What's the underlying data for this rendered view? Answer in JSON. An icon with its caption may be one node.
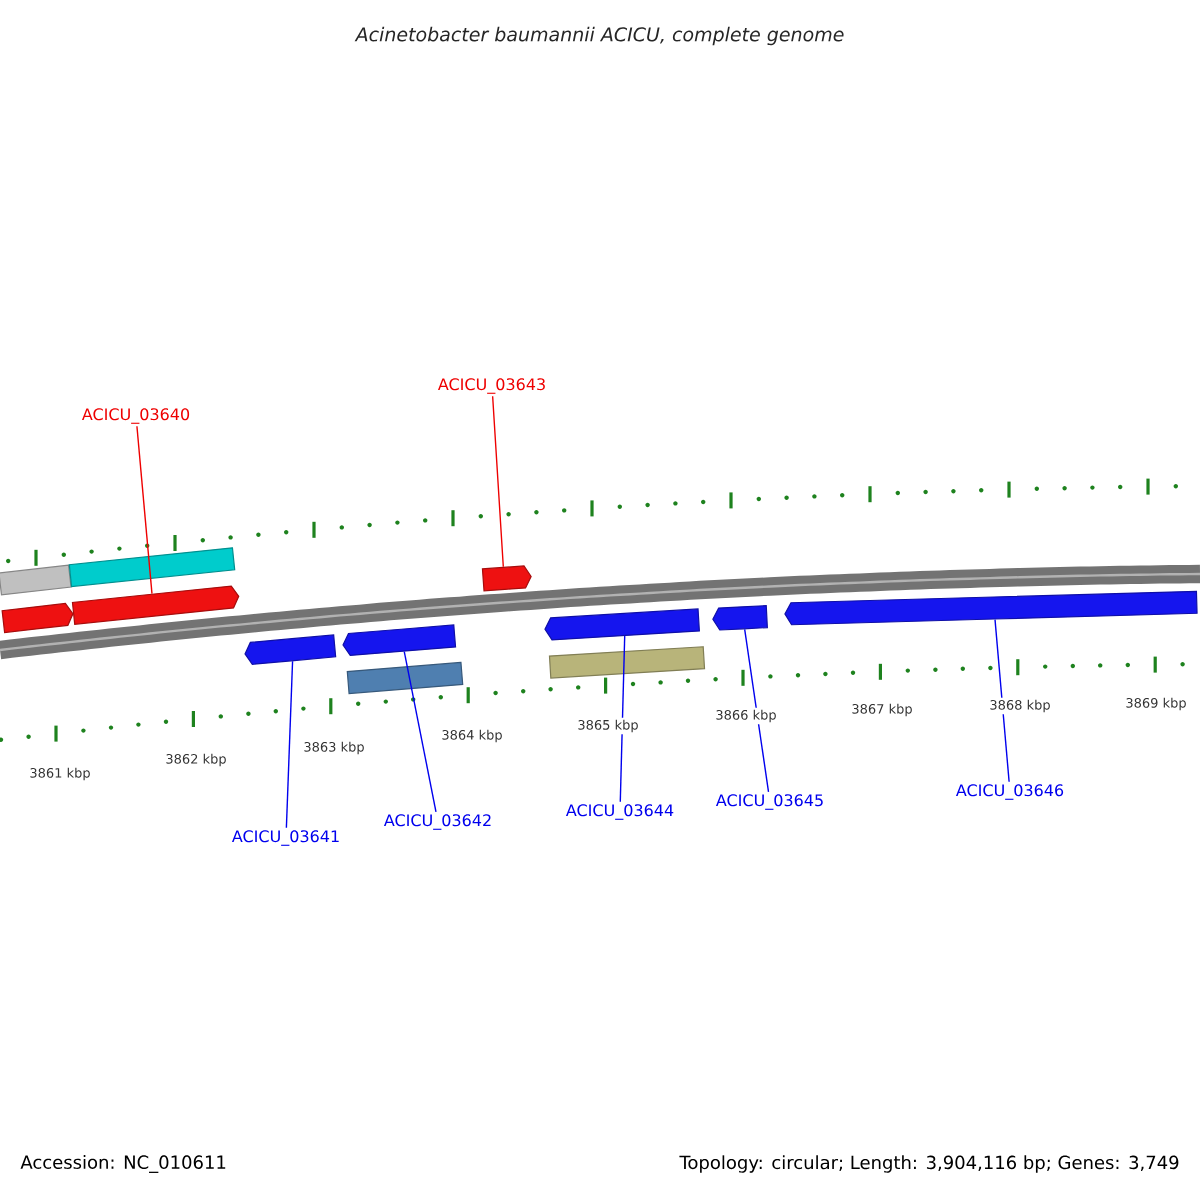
{
  "diagram": {
    "title": "Acinetobacter baumannii ACICU, complete genome",
    "nodes": [
      {
        "text": [
          "ACICU_03640"
        ]
      },
      {
        "text": [
          "ACICU_03643"
        ]
      },
      {
        "text": [
          "ACICU_03641"
        ]
      },
      {
        "text": [
          "ACICU_03642"
        ]
      },
      {
        "text": [
          "ACICU_03644"
        ]
      },
      {
        "text": [
          "ACICU_03645"
        ]
      },
      {
        "text": [
          "ACICU_03646"
        ]
      },
      {
        "text": [],
        "shape": "bar"
      },
      {
        "text": [],
        "shape": "bar"
      },
      {
        "text": [],
        "shape": "bar"
      },
      {
        "text": [],
        "shape": "bar"
      },
      {
        "text": [],
        "shape": "bar"
      },
      {
        "text": [],
        "shape": "bar"
      },
      {
        "text": [],
        "shape": "bar"
      },
      {
        "text": [],
        "shape": "bar"
      },
      {
        "text": [],
        "shape": "bar"
      },
      {
        "text": [],
        "shape": "bar"
      },
      {
        "text": [],
        "shape": "bar"
      },
      {
        "text": [],
        "shape": "bar"
      }
    ],
    "edges": [
      {
        "from": 0,
        "to": 10,
        "arrow": "none",
        "color": "#ee0000"
      },
      {
        "from": 1,
        "to": 14,
        "arrow": "none",
        "color": "#ee0000"
      },
      {
        "from": 2,
        "to": 11,
        "arrow": "none"
      },
      {
        "from": 3,
        "to": 12,
        "arrow": "none"
      },
      {
        "from": 4,
        "to": 15,
        "arrow": "none"
      },
      {
        "from": 5,
        "to": 17,
        "arrow": "none"
      },
      {
        "from": 6,
        "to": 18,
        "arrow": "none"
      }
    ],
    "labels": [
      "3861 kbp",
      "3862 kbp",
      "3863 kbp",
      "3864 kbp",
      "3865 kbp",
      "3866 kbp",
      "3867 kbp",
      "3868 kbp",
      "3869 kbp",
      "Accession: NC_010611",
      "Topology: circular; Length: 3,904,116 bp; Genes: 3,749"
    ]
  }
}
